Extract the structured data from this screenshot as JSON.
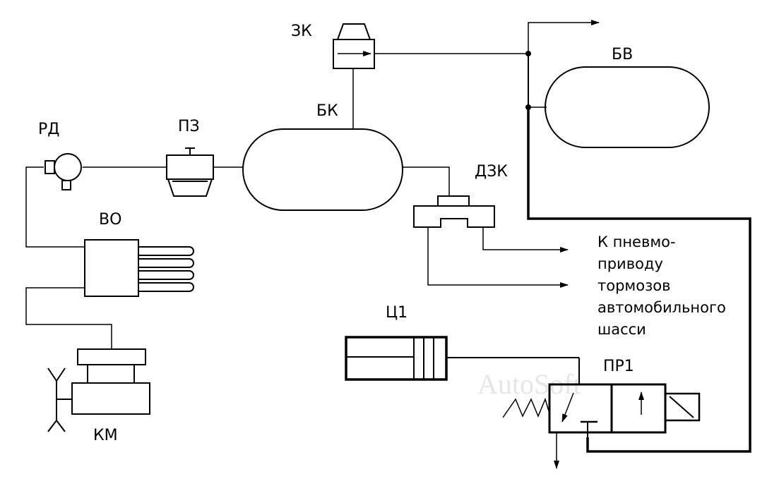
{
  "labels": {
    "rd": "РД",
    "pz": "ПЗ",
    "bk": "БК",
    "zk": "ЗК",
    "bv": "БВ",
    "dzk": "ДЗК",
    "vo": "ВО",
    "km": "КМ",
    "c1": "Ц1",
    "pr1": "ПР1"
  },
  "note_lines": [
    "К пневмо-",
    "приводу",
    "тормозов",
    "автомобильного",
    "шасси"
  ],
  "watermark": "AutoSoft"
}
